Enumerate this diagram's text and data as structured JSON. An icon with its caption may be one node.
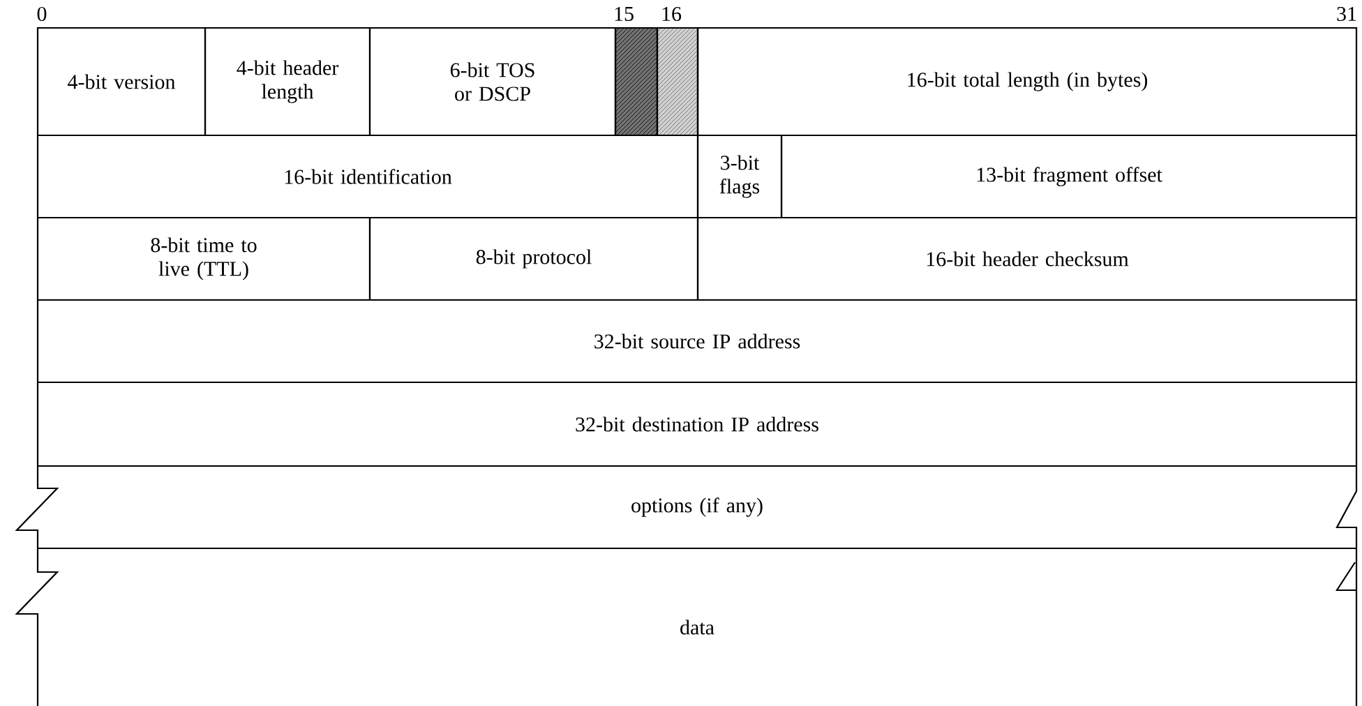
{
  "diagram": {
    "nodes": [
      {
        "text": [
          "4-bit version"
        ]
      },
      {
        "text": [
          "4-bit header length"
        ]
      },
      {
        "text": [
          "6-bit TOS or DSCP"
        ]
      },
      {
        "text": [],
        "shape": "box"
      },
      {
        "text": [],
        "shape": "box"
      },
      {
        "text": [
          "16-bit total length (in bytes)"
        ]
      },
      {
        "text": [
          "16-bit identification"
        ]
      },
      {
        "text": [
          "3-bit flags"
        ]
      },
      {
        "text": [
          "13-bit fragment offset"
        ]
      },
      {
        "text": [
          "8-bit time to live (TTL)"
        ]
      },
      {
        "text": [
          "8-bit protocol"
        ]
      },
      {
        "text": [
          "16-bit header checksum"
        ]
      },
      {
        "text": [
          "32-bit source IP address"
        ]
      },
      {
        "text": [
          "32-bit destination IP address"
        ]
      },
      {
        "text": [
          "options (if any)"
        ]
      },
      {
        "text": [
          "data"
        ]
      }
    ],
    "labels": [
      "0",
      "15",
      "16",
      "31"
    ]
  }
}
